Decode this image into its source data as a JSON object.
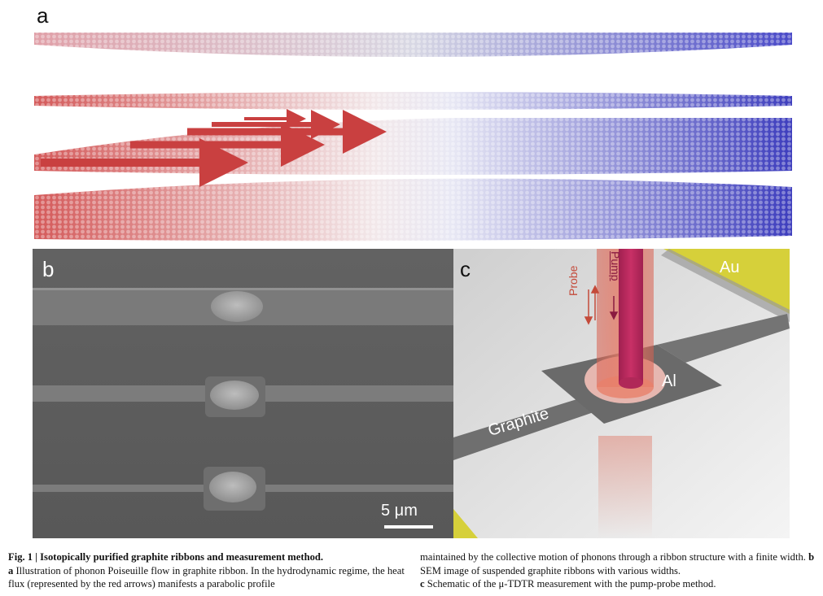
{
  "figure": {
    "panel_a": {
      "label": "a"
    },
    "panel_b": {
      "label": "b",
      "scale_bar": "5 μm"
    },
    "panel_c": {
      "label": "c",
      "probe_label": "Probe",
      "pump_label": "Pump",
      "au_label": "Au",
      "al_label": "Al",
      "graphite_label": "Graphite"
    }
  },
  "caption": {
    "title": "Fig. 1 | Isotopically purified graphite ribbons and measurement method.",
    "a_letter": "a",
    "a_text": " Illustration of phonon Poiseuille flow in graphite ribbon. In the hydrodynamic regime, the heat flux (represented by the red arrows) manifests a parabolic profile",
    "a_text_cont": "maintained by the collective motion of phonons through a ribbon structure with a finite width.",
    "b_letter": "b",
    "b_text": " SEM image of suspended graphite ribbons with various widths.",
    "c_letter": "c",
    "c_text": " Schematic of the μ-TDTR measurement with the pump-probe method."
  },
  "colors": {
    "hot": "#d94a4a",
    "cold": "#3a3ac0",
    "au": "#d9d23a",
    "sem_bg": "#5a5a5a"
  }
}
